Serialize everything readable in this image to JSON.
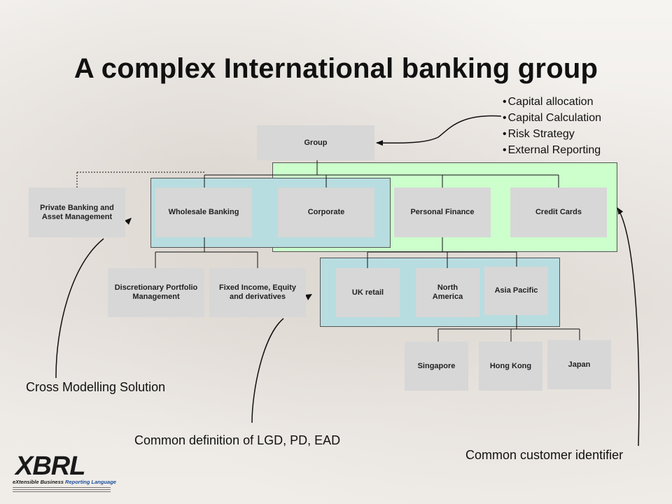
{
  "title": "A complex International banking group",
  "group_box": "Group",
  "group_functions": [
    "Capital allocation",
    "Capital Calculation",
    "Risk Strategy",
    "External Reporting"
  ],
  "divisions": {
    "private_banking": "Private Banking and Asset Management",
    "wholesale": "Wholesale Banking",
    "corporate": "Corporate",
    "personal_finance": "Personal Finance",
    "credit_cards": "Credit Cards"
  },
  "wholesale_units": {
    "discretionary": "Discretionary Portfolio Management",
    "fixed_income": "Fixed Income, Equity and derivatives"
  },
  "personal_finance_units": {
    "uk_retail": "UK retail",
    "north_america": "North America",
    "asia_pacific": "Asia Pacific"
  },
  "asia_pacific_units": {
    "singapore": "Singapore",
    "hong_kong": "Hong Kong",
    "japan": "Japan"
  },
  "notes": {
    "cross_modelling": "Cross Modelling Solution",
    "common_definition": "Common definition of LGD, PD, EAD",
    "common_customer": "Common customer identifier"
  },
  "logo": {
    "brand": "XBRL",
    "tagline_a": "eXtensible Business ",
    "tagline_b": "Reporting Language"
  },
  "colors": {
    "green_panel": "#ccffcc",
    "teal_panel": "#b8dde0",
    "box": "#d7d7d7",
    "logo_blue": "#1c4f9c"
  }
}
